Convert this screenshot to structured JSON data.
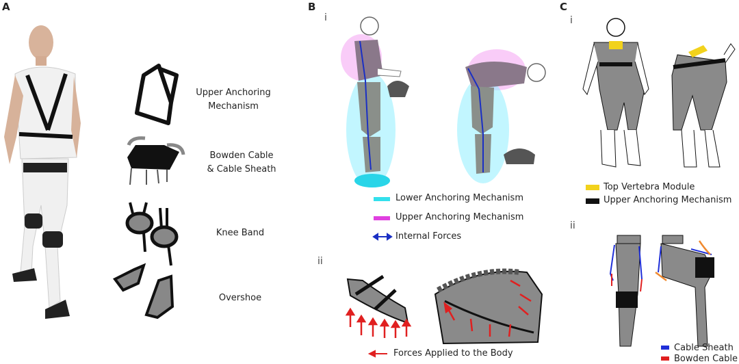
{
  "panelA": {
    "letter": "A",
    "labels": [
      "Upper Anchoring\nMechanism",
      "Bowden Cable\n& Cable Sheath",
      "Knee Band",
      "Overshoe"
    ],
    "label_line1": [
      "Upper Anchoring",
      "Bowden Cable",
      "Knee Band",
      "Overshoe"
    ],
    "label_line2": [
      "Mechanism",
      "& Cable Sheath",
      "",
      ""
    ]
  },
  "panelB": {
    "letter": "B",
    "sub_i": "i",
    "sub_ii": "ii",
    "legend": [
      {
        "text": "Lower Anchoring Mechanism",
        "color": "#33e0ec"
      },
      {
        "text": "Upper Anchoring Mechanism",
        "color": "#e040e0"
      },
      {
        "text": "Internal Forces",
        "color": "#1a2fc4"
      }
    ],
    "forces_legend": {
      "text": "Forces Applied to the Body",
      "color": "#e02020"
    }
  },
  "panelC": {
    "letter": "C",
    "sub_i": "i",
    "sub_ii": "ii",
    "legend_i": [
      {
        "text": "Top Vertebra Module",
        "color": "#f2d21c"
      },
      {
        "text": "Upper Anchoring Mechanism",
        "color": "#111111"
      }
    ],
    "legend_ii": [
      {
        "text": "Cable Sheath",
        "color": "#1f2fd8"
      },
      {
        "text": "Bowden Cable",
        "color": "#e02020"
      }
    ]
  }
}
